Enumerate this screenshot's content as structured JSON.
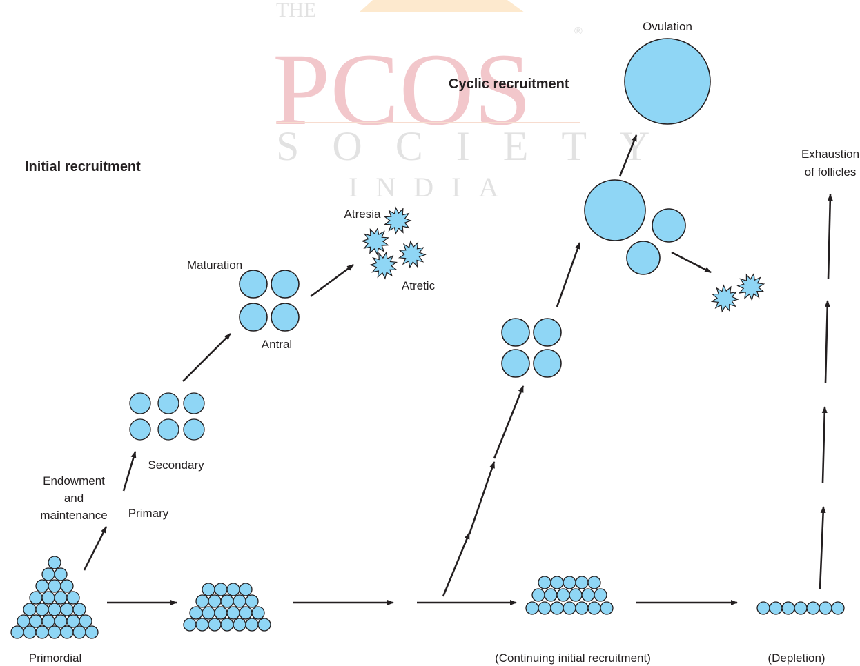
{
  "watermark": {
    "the": "THE",
    "main": "PCOS",
    "registered": "®",
    "society": "SOCIETY",
    "country": "INDIA"
  },
  "headings": {
    "initial": "Initial recruitment",
    "cyclic": "Cyclic recruitment"
  },
  "labels": {
    "ovulation": "Ovulation",
    "exhaustion_line1": "Exhaustion",
    "exhaustion_line2": "of follicles",
    "atresia": "Atresia",
    "atretic": "Atretic",
    "maturation": "Maturation",
    "antral": "Antral",
    "secondary": "Secondary",
    "primary": "Primary",
    "endowment_line1": "Endowment",
    "endowment_line2": "and",
    "endowment_line3": "maintenance",
    "primordial": "Primordial",
    "continuing": "(Continuing initial recruitment)",
    "depletion": "(Depletion)"
  },
  "colors": {
    "follicle_fill": "#8fd6f5",
    "outline": "#231f20",
    "watermark_pink": "#f2c7cb",
    "watermark_gray": "#e2e2e2"
  }
}
